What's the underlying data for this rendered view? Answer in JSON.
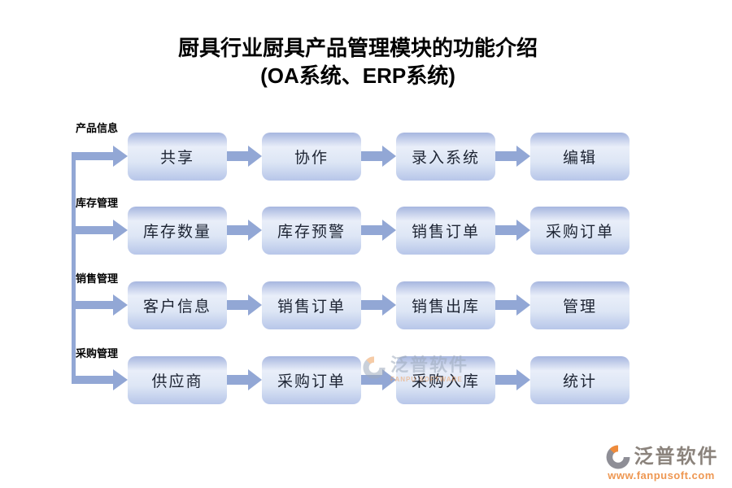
{
  "title": {
    "line1": "厨具行业厨具产品管理模块的功能介绍",
    "line2": "(OA系统、ERP系统)"
  },
  "diagram": {
    "rows": [
      {
        "label": "产品信息",
        "boxes": [
          "共享",
          "协作",
          "录入系统",
          "编辑"
        ]
      },
      {
        "label": "库存管理",
        "boxes": [
          "库存数量",
          "库存预警",
          "销售订单",
          "采购订单"
        ]
      },
      {
        "label": "销售管理",
        "boxes": [
          "客户信息",
          "销售订单",
          "销售出库",
          "管理"
        ]
      },
      {
        "label": "采购管理",
        "boxes": [
          "供应商",
          "采购订单",
          "采购入库",
          "统计"
        ]
      }
    ]
  },
  "watermark": {
    "name": "泛普软件",
    "subtitle": "FANPU SOFTWARE"
  },
  "footer_logo": {
    "name": "泛普软件",
    "url": "www.fanpusoft.com"
  },
  "colors": {
    "arrow": "#92a7d5",
    "box_gradient_top": "#a6b6df",
    "box_gradient_light": "#e9eef9",
    "box_gradient_bottom": "#b7c6e9",
    "box_text": "#1d2433",
    "logo_gray": "#8b837c",
    "logo_orange": "#ef8b3b",
    "url_orange": "#ee9752",
    "watermark_text": "#9daabc"
  }
}
